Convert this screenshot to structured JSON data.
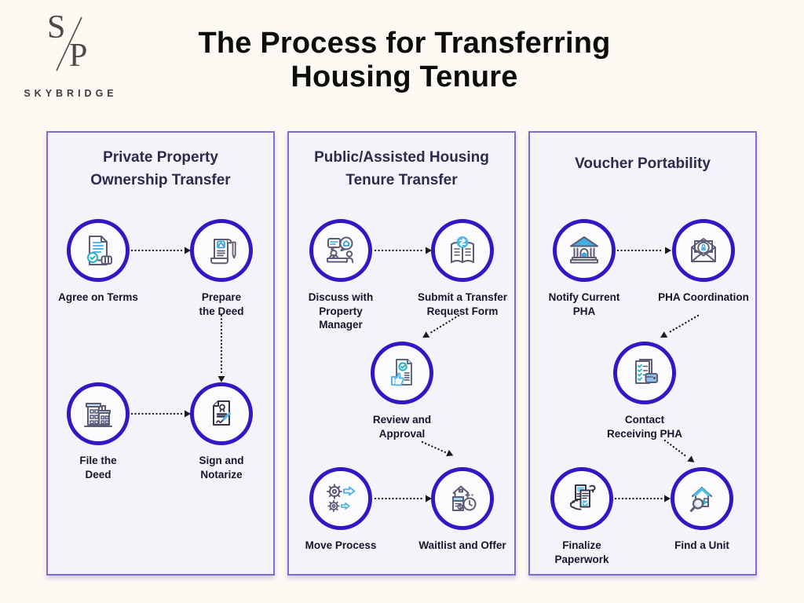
{
  "brand": {
    "monogram_top": "S",
    "monogram_bottom": "P",
    "name": "SKYBRIDGE"
  },
  "title": {
    "line1": "The Process for Transferring",
    "line2": "Housing Tenure"
  },
  "colors": {
    "background": "#fcfaf2",
    "panel_background": "#f5f3fa",
    "panel_border": "#7e6cd4",
    "circle_border": "#3118c4",
    "heading_text": "#2b2b4c",
    "label_text": "#15152b",
    "arrow": "#1b1b1b",
    "icon_blue": "#56b6e8",
    "icon_teal": "#22b2c8"
  },
  "columns": [
    {
      "title": "Private Property\nOwnership Transfer",
      "steps": [
        {
          "label": "Agree on Terms",
          "icon": "document-check-hand-icon"
        },
        {
          "label": "Prepare\nthe Deed",
          "icon": "deed-scroll-pen-icon"
        },
        {
          "label": "File the\nDeed",
          "icon": "records-building-icon"
        },
        {
          "label": "Sign and\nNotarize",
          "icon": "notarized-document-icon"
        }
      ]
    },
    {
      "title": "Public/Assisted Housing\nTenure Transfer",
      "steps": [
        {
          "label": "Discuss with\nProperty\nManager",
          "icon": "discussion-people-icon"
        },
        {
          "label": "Submit a Transfer\nRequest Form",
          "icon": "transfer-form-icon"
        },
        {
          "label": "Review and\nApproval",
          "icon": "approval-thumbs-up-icon"
        },
        {
          "label": "Move Process",
          "icon": "gears-process-icon"
        },
        {
          "label": "Waitlist and Offer",
          "icon": "house-clock-offer-icon"
        }
      ]
    },
    {
      "title": "Voucher Portability",
      "steps": [
        {
          "label": "Notify Current\nPHA",
          "icon": "pha-building-bell-icon"
        },
        {
          "label": "PHA Coordination",
          "icon": "envelope-coordination-icon"
        },
        {
          "label": "Contact\nReceiving PHA",
          "icon": "checklist-wallet-icon"
        },
        {
          "label": "Finalize\nPaperwork",
          "icon": "hands-paperwork-icon"
        },
        {
          "label": "Find a Unit",
          "icon": "house-magnifier-icon"
        }
      ]
    }
  ]
}
